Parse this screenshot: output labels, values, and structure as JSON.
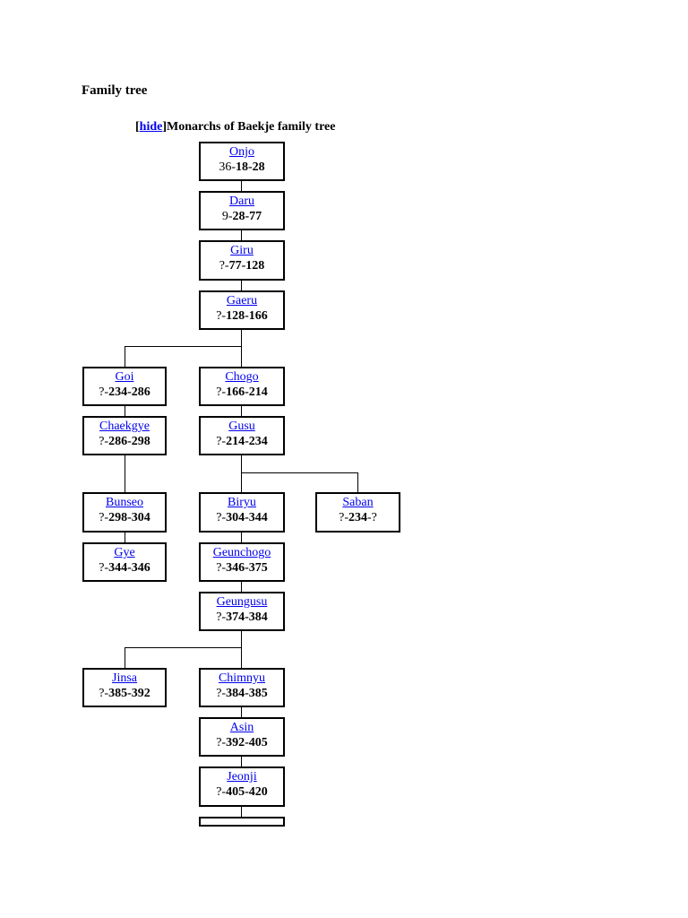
{
  "section_heading": "Family tree",
  "navbox": {
    "bracket_open": "[",
    "hide_link": "hide",
    "bracket_close": "]",
    "title": "Monarchs of Baekje family tree"
  },
  "nodes": [
    {
      "id": "onjo",
      "name": "Onjo",
      "birth": "36-",
      "reign": "18-28"
    },
    {
      "id": "daru",
      "name": "Daru",
      "birth": "9-",
      "reign": "28-77"
    },
    {
      "id": "giru",
      "name": "Giru",
      "birth": "?-",
      "reign": "77-128"
    },
    {
      "id": "gaeru",
      "name": "Gaeru",
      "birth": "?-",
      "reign": "128-166"
    },
    {
      "id": "goi",
      "name": "Goi",
      "birth": "?-",
      "reign": "234-286"
    },
    {
      "id": "chogo",
      "name": "Chogo",
      "birth": "?-",
      "reign": "166-214"
    },
    {
      "id": "chaekgye",
      "name": "Chaekgye",
      "birth": "?-",
      "reign": "286-298"
    },
    {
      "id": "gusu",
      "name": "Gusu",
      "birth": "?-",
      "reign": "214-234"
    },
    {
      "id": "bunseo",
      "name": "Bunseo",
      "birth": "?-",
      "reign": "298-304"
    },
    {
      "id": "biryu",
      "name": "Biryu",
      "birth": "?-",
      "reign": "304-344"
    },
    {
      "id": "saban",
      "name": "Saban",
      "birth": "?-",
      "reign": "234",
      "death": "-?"
    },
    {
      "id": "gye",
      "name": "Gye",
      "birth": "?-",
      "reign": "344-346"
    },
    {
      "id": "geunchogo",
      "name": "Geunchogo",
      "birth": "?-",
      "reign": "346-375"
    },
    {
      "id": "geungusu",
      "name": "Geungusu",
      "birth": "?-",
      "reign": "374-384"
    },
    {
      "id": "jinsa",
      "name": "Jinsa",
      "birth": "?-",
      "reign": "385-392"
    },
    {
      "id": "chimnyu",
      "name": "Chimnyu",
      "birth": "?-",
      "reign": "384-385"
    },
    {
      "id": "asin",
      "name": "Asin",
      "birth": "?-",
      "reign": "392-405"
    },
    {
      "id": "jeonji",
      "name": "Jeonji",
      "birth": "?-",
      "reign": "405-420"
    }
  ]
}
